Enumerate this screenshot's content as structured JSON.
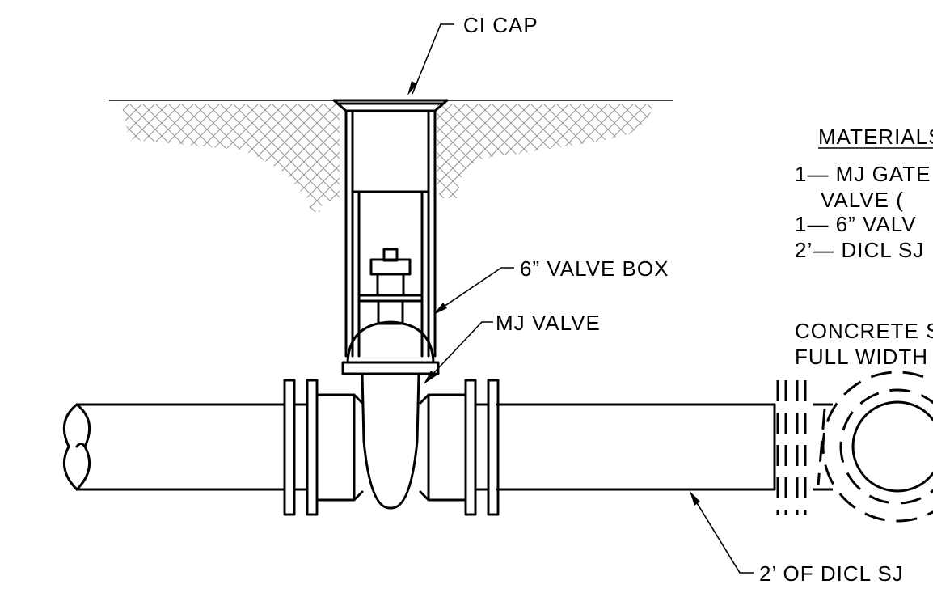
{
  "labels": {
    "cap": "CI CAP",
    "valve_box": "6” VALVE BOX",
    "mj_valve": "MJ VALVE",
    "pipe": "2’ OF DICL SJ",
    "materials_title": "MATERIALS",
    "materials": [
      "1— MJ GATE",
      "VALVE (",
      "1— 6” VALV",
      "2’— DICL SJ"
    ],
    "concrete_1": "CONCRETE S",
    "concrete_2": "FULL WIDTH"
  }
}
